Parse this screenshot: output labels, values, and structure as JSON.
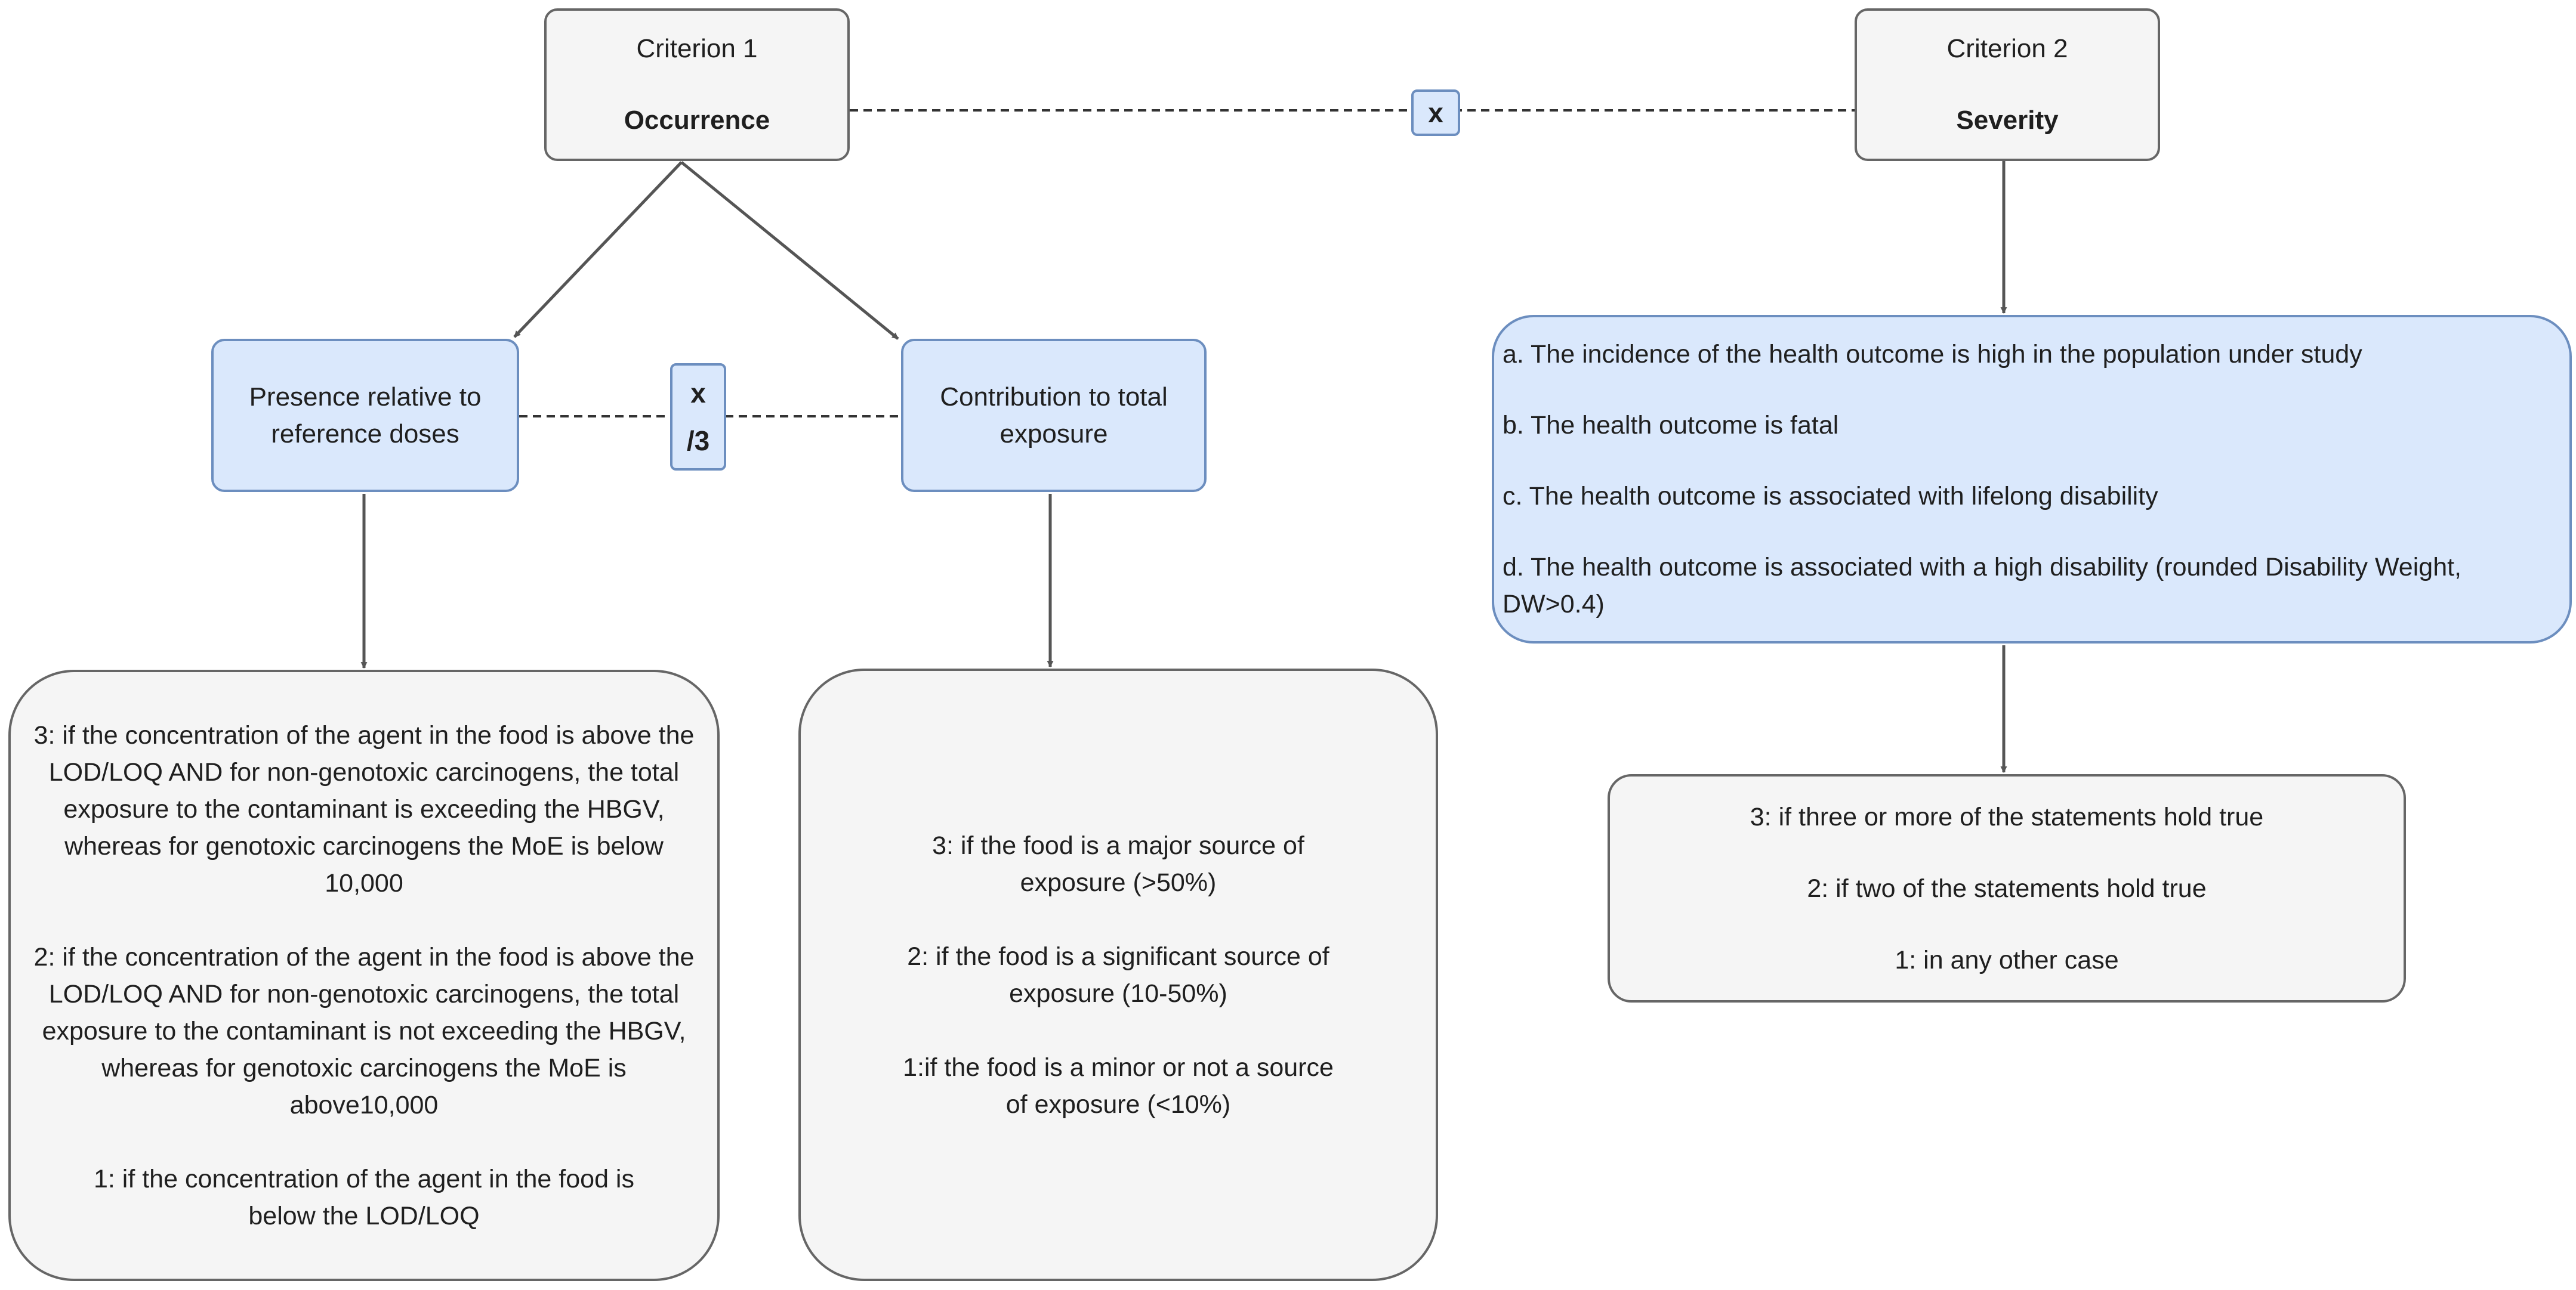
{
  "criterion1": {
    "heading": "Criterion 1",
    "name": "Occurrence"
  },
  "criterion2": {
    "heading": "Criterion 2",
    "name": "Severity"
  },
  "operators": {
    "criteria": "x",
    "sub_top": "x",
    "sub_bottom": "/3"
  },
  "presence": {
    "label": "Presence relative to reference doses",
    "scores": [
      "3: if the concentration of the agent in the food is above the LOD/LOQ AND for non-genotoxic carcinogens, the total exposure to the contaminant is exceeding the HBGV, whereas for genotoxic carcinogens the MoE is below 10,000",
      "2: if the concentration of the agent in the food is above the LOD/LOQ AND for non-genotoxic carcinogens, the total exposure to the contaminant is not exceeding the HBGV, whereas for genotoxic carcinogens the MoE is above10,000",
      "1: if the concentration of the agent in the food is below the LOD/LOQ"
    ]
  },
  "contribution": {
    "label": "Contribution to total exposure",
    "scores": [
      "3: if the food is a major source of exposure (>50%)",
      "2: if the food is a significant source of exposure (10-50%)",
      "1:if the food is a minor or not a source of exposure (<10%)"
    ]
  },
  "severity_statements": [
    "a. The incidence of the health outcome is high in the population under study",
    "b. The health outcome is fatal",
    "c. The health outcome is associated with lifelong disability",
    "d. The health outcome is associated with a high disability (rounded Disability Weight, DW>0.4)"
  ],
  "severity_scores": [
    "3: if three or more of the statements hold true",
    "2: if two of the statements hold true",
    "1: in any other case"
  ]
}
